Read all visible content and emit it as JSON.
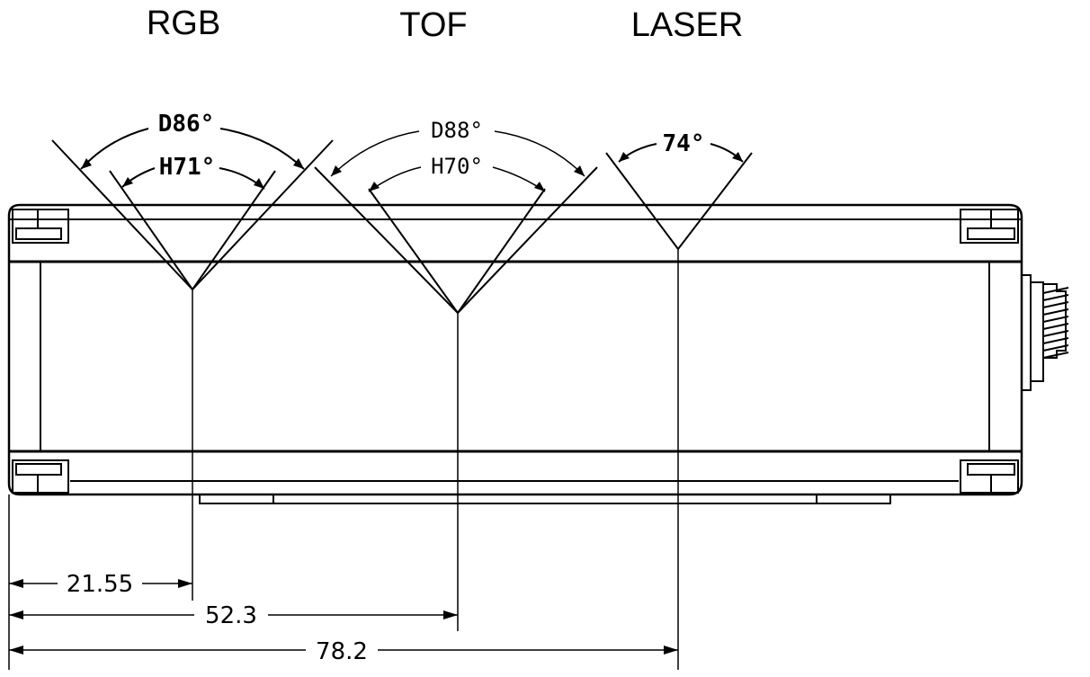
{
  "labels": {
    "rgb": "RGB",
    "tof": "TOF",
    "laser": "LASER"
  },
  "angles": {
    "rgb_diag": "D86°",
    "rgb_horiz": "H71°",
    "tof_diag": "D88°",
    "tof_horiz": "H70°",
    "laser": "74°"
  },
  "dimensions": {
    "rgb_offset": "21.55",
    "tof_offset": "52.3",
    "laser_offset": "78.2"
  }
}
